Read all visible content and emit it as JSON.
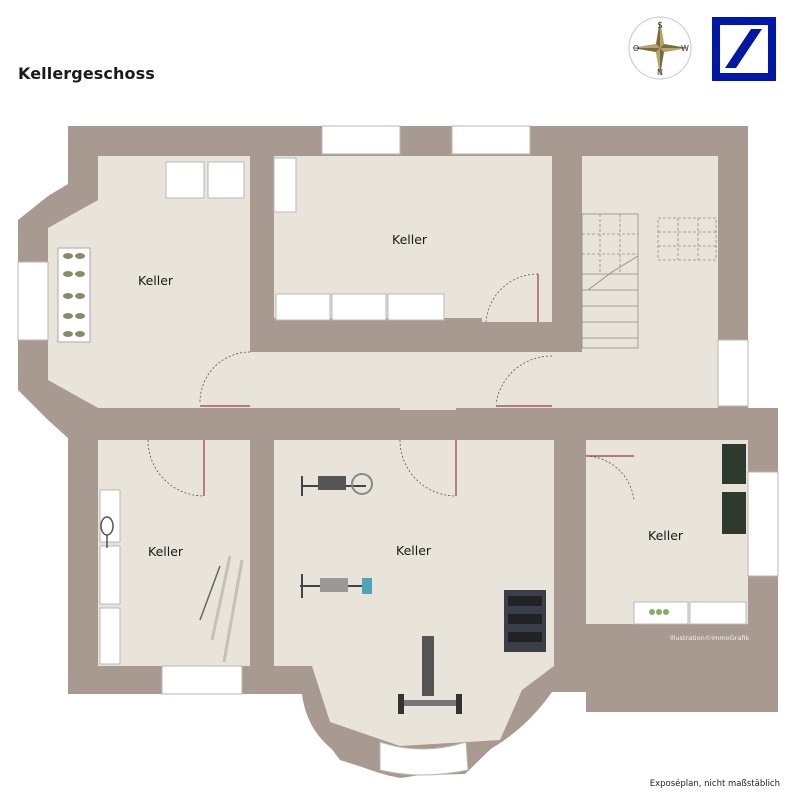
{
  "title": "Kellergeschoss",
  "compass": {
    "north": "N",
    "south": "S",
    "east": "O",
    "west": "W"
  },
  "rooms": [
    {
      "id": "room-top-left",
      "label": "Keller"
    },
    {
      "id": "room-top-center",
      "label": "Keller"
    },
    {
      "id": "room-bottom-left",
      "label": "Keller"
    },
    {
      "id": "room-bottom-center",
      "label": "Keller"
    },
    {
      "id": "room-bottom-right",
      "label": "Keller"
    }
  ],
  "credit": "Illustration©immoGrafik",
  "disclaimer": "Exposéplan, nicht maßstäblich",
  "colors": {
    "wall": "#a89a91",
    "floor": "#e9e4da",
    "window": "#ffffff",
    "logo": "#0018a8"
  },
  "icons": [
    "compass-rose-icon",
    "deutsche-bank-logo-icon"
  ]
}
